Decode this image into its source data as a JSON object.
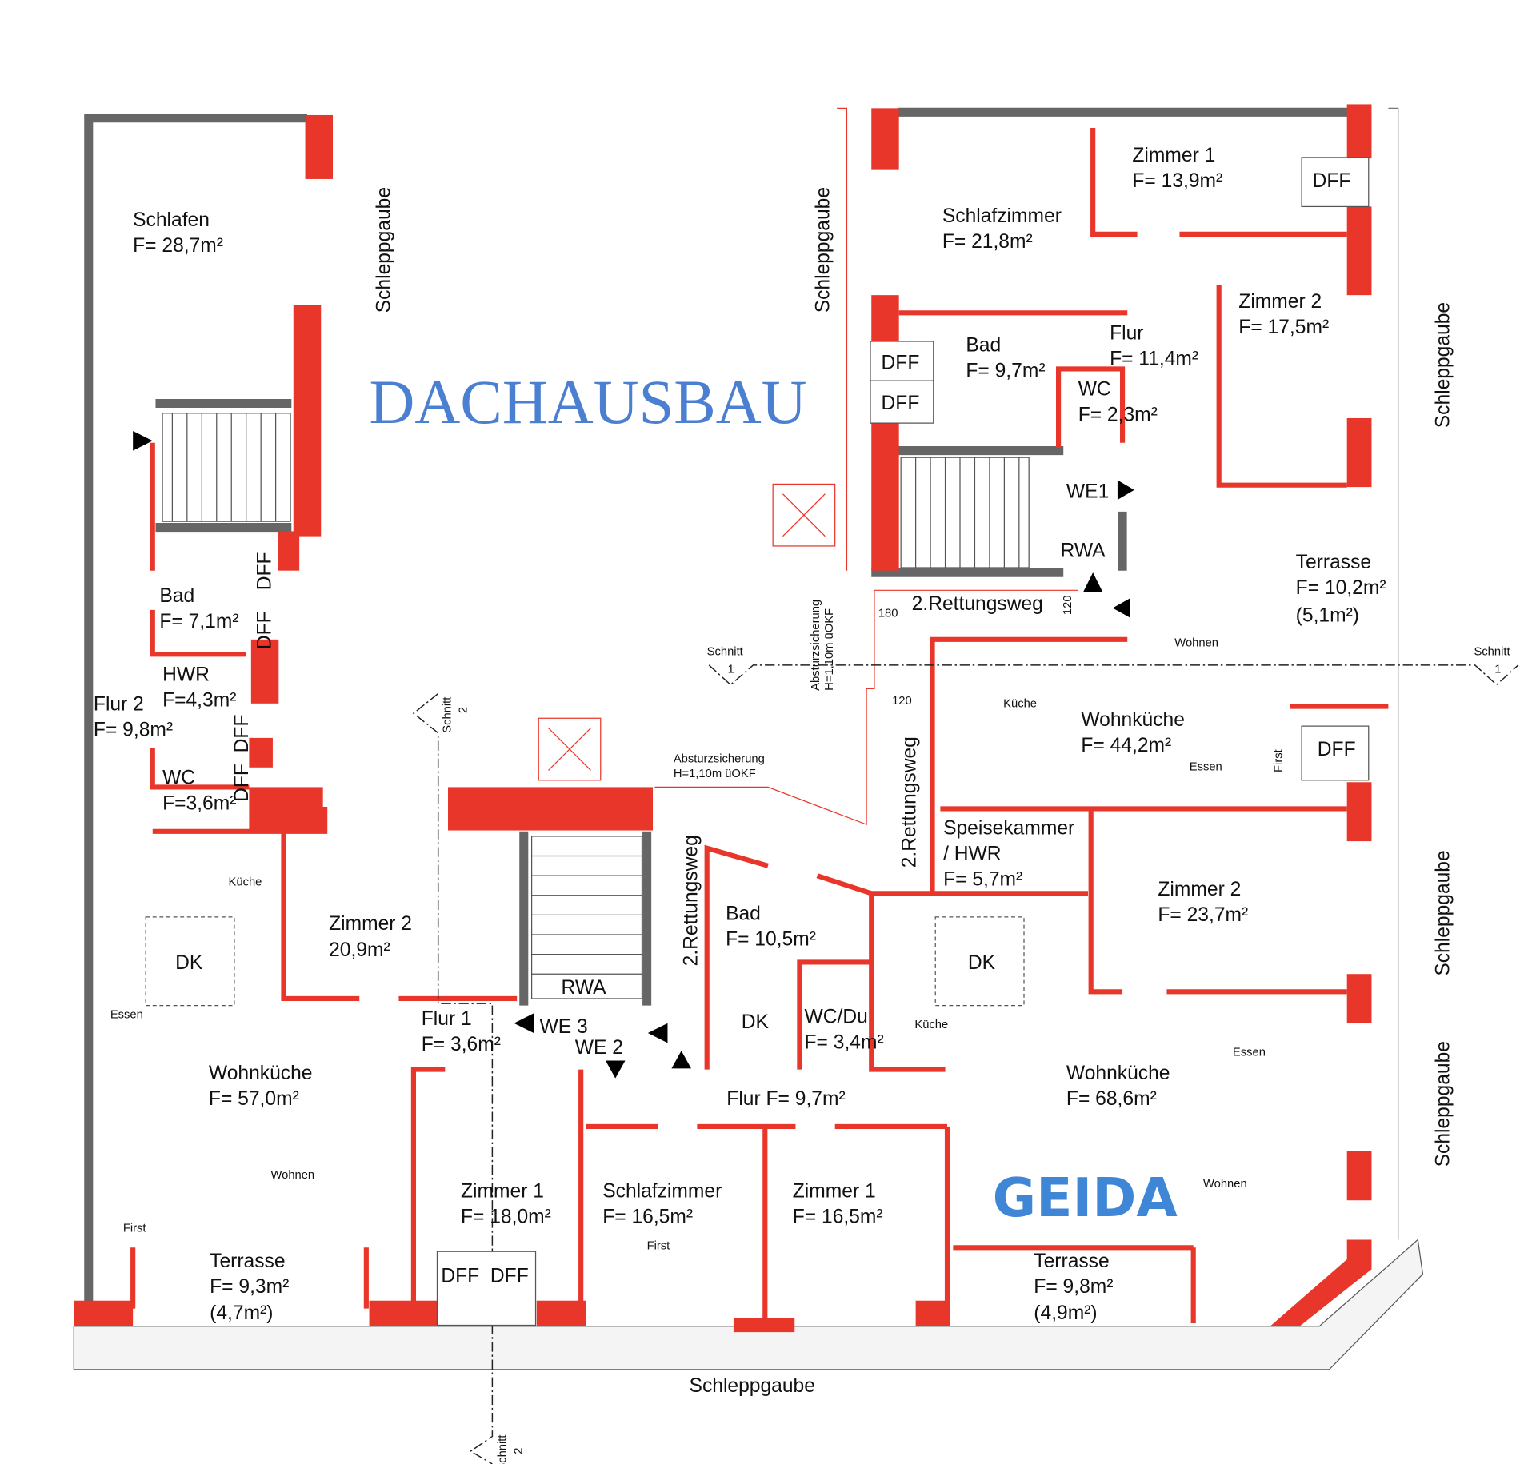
{
  "title": "DACHAUSBAU",
  "logo": "GEIDA",
  "colors": {
    "walls_new": "#e8362a",
    "walls_existing": "#666666",
    "title": "#4a7fd1",
    "logo": "#3f87d6"
  },
  "left_unit": {
    "schlafen": {
      "name": "Schlafen",
      "area": "F= 28,7m²"
    },
    "bad": {
      "name": "Bad",
      "area": "F= 7,1m²"
    },
    "hwr": {
      "name": "HWR",
      "area": "F=4,3m²"
    },
    "flur2": {
      "name": "Flur 2",
      "area": "F= 9,8m²"
    },
    "wc": {
      "name": "WC",
      "area": "F=3,6m²"
    },
    "zimmer2": {
      "name": "Zimmer 2",
      "area": "20,9m²"
    },
    "wohnkueche": {
      "name": "Wohnküche",
      "area": "F= 57,0m²"
    },
    "terrasse": {
      "name": "Terrasse",
      "area": "F= 9,3m²",
      "area_half": "(4,7m²)"
    },
    "flur1": {
      "name": "Flur 1",
      "area": "F= 3,6m²"
    },
    "zimmer1": {
      "name": "Zimmer 1",
      "area": "F= 18,0m²"
    },
    "kueche": "Küche",
    "essen": "Essen",
    "wohnen": "Wohnen",
    "first": "First",
    "dk": "DK"
  },
  "center": {
    "schlafzimmer": {
      "name": "Schlafzimmer",
      "area": "F= 16,5m²"
    },
    "zimmer1": {
      "name": "Zimmer 1",
      "area": "F= 16,5m²"
    },
    "flur": "Flur F= 9,7m²",
    "bad": {
      "name": "Bad",
      "area": "F= 10,5m²"
    },
    "wcdu": {
      "name": "WC/Du",
      "area": "F= 3,4m²"
    },
    "dk": "DK",
    "rwa": "RWA",
    "we3": "WE 3",
    "we2": "WE 2",
    "first": "First",
    "rettungsweg": "2.Rettungsweg"
  },
  "right_unit": {
    "schlafzimmer": {
      "name": "Schlafzimmer",
      "area": "F= 21,8m²"
    },
    "zimmer1": {
      "name": "Zimmer 1",
      "area": "F= 13,9m²"
    },
    "zimmer2_top": {
      "name": "Zimmer 2",
      "area": "F= 17,5m²"
    },
    "bad": {
      "name": "Bad",
      "area": "F= 9,7m²"
    },
    "flur": {
      "name": "Flur",
      "area": "F= 11,4m²"
    },
    "wc": {
      "name": "WC",
      "area": "F= 2,3m²"
    },
    "we1": "WE1",
    "rwa": "RWA",
    "rettungsweg": "2.Rettungsweg",
    "terrasse_top": {
      "name": "Terrasse",
      "area": "F= 10,2m²",
      "area_half": "(5,1m²)"
    },
    "wohnkueche_top": {
      "name": "Wohnküche",
      "area": "F= 44,2m²"
    },
    "speisekammer": {
      "name": "Speisekammer",
      "name2": "/ HWR",
      "area": "F= 5,7m²"
    },
    "zimmer2": {
      "name": "Zimmer 2",
      "area": "F= 23,7m²"
    },
    "wohnkueche": {
      "name": "Wohnküche",
      "area": "F= 68,6m²"
    },
    "terrasse": {
      "name": "Terrasse",
      "area": "F= 9,8m²",
      "area_half": "(4,9m²)"
    },
    "kueche": "Küche",
    "essen": "Essen",
    "wohnen": "Wohnen",
    "first": "First",
    "dk": "DK"
  },
  "dff": "DFF",
  "schleppgaube": "Schleppgaube",
  "schnitt": "Schnitt",
  "schnitt1_no": "1",
  "schnitt2_no": "2",
  "absturz": {
    "line1": "Absturzsicherung",
    "line2": "H=1,10m üOKF"
  },
  "dims": {
    "d180": "180",
    "d120a": "120",
    "d120b": "120"
  }
}
